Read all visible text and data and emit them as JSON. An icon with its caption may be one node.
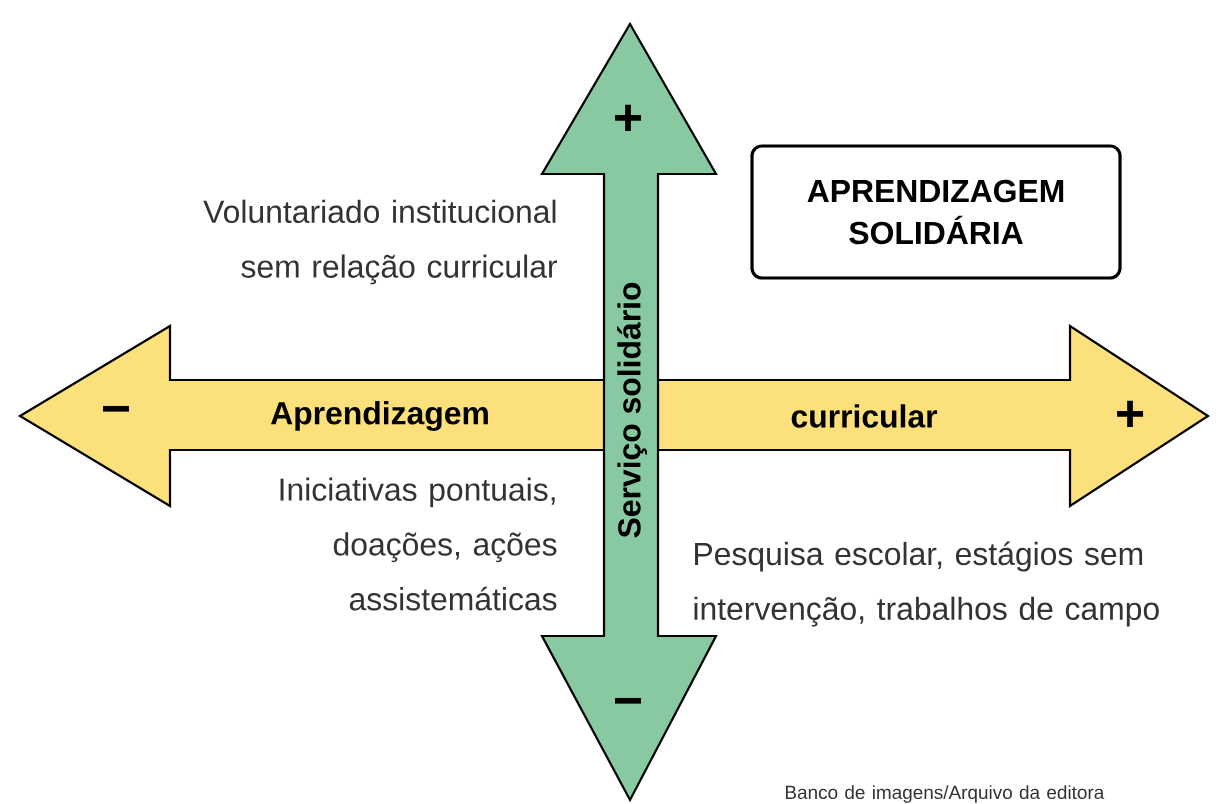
{
  "diagram": {
    "nodes": [
      {
        "text": [
          "−",
          "Aprendizagem",
          "curricular",
          "+"
        ]
      },
      {
        "text": [
          "+",
          "Serviço solidário",
          "−"
        ]
      },
      {
        "text": [
          "APRENDIZAGEM SOLIDÁRIA"
        ]
      }
    ],
    "labels": [
      "Voluntariado institucional sem relação curricular",
      "Iniciativas pontuais, doações, ações assistemáticas",
      "Pesquisa escolar, estágios sem intervenção, trabalhos de campo",
      "Banco de imagens/Arquivo da editora"
    ]
  }
}
